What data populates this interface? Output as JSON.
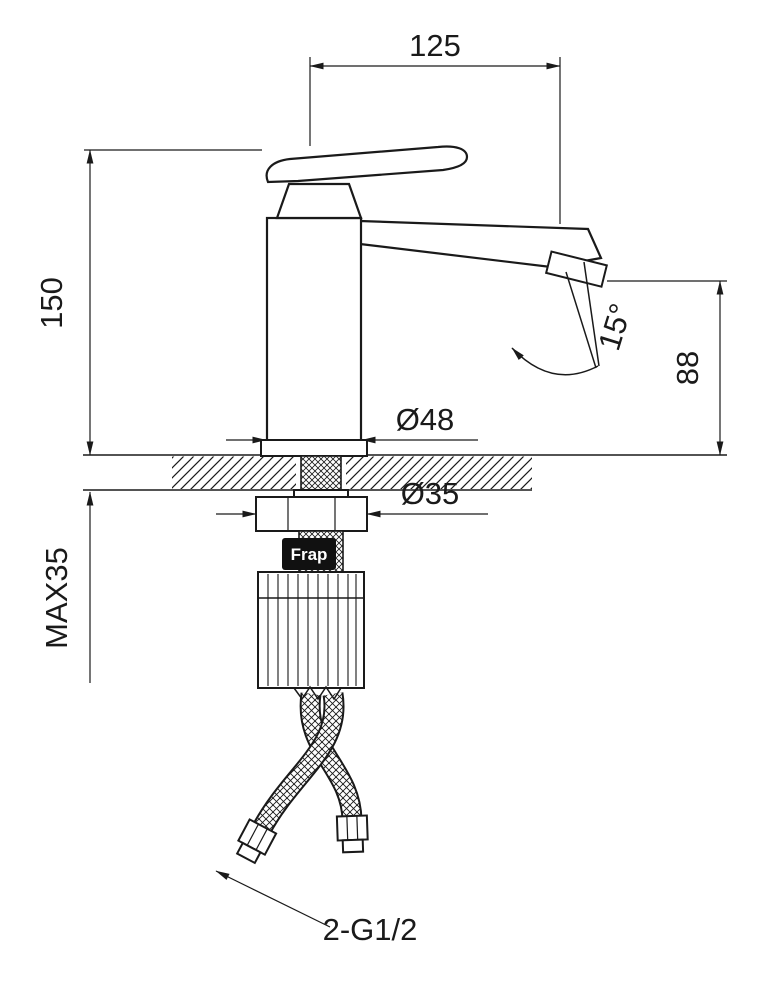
{
  "dimensions": {
    "spout_reach": "125",
    "body_height": "150",
    "spout_height": "88",
    "stream_angle": "15°",
    "base_diameter": "Ø48",
    "nut_diameter": "Ø35",
    "max_mount_thickness": "MAX35",
    "hose_thread": "2-G1/2"
  },
  "brand": {
    "logo_text": "Frap"
  },
  "colors": {
    "line": "#1a1a1a",
    "background": "#ffffff",
    "logo_background": "#111111",
    "logo_text": "#ffffff"
  }
}
